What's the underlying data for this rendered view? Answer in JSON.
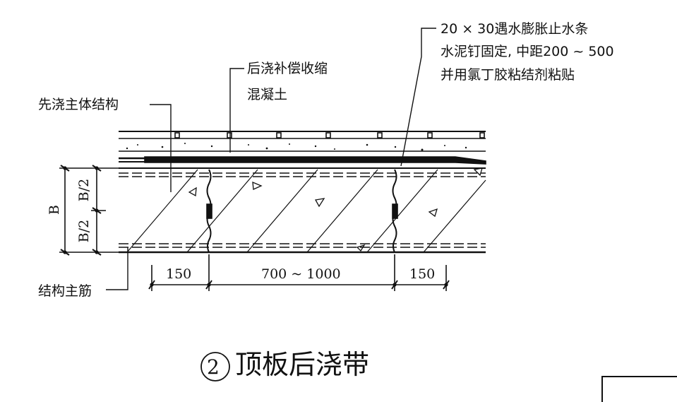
{
  "labels": {
    "waterstop_line1": "20 × 30遇水膨胀止水条",
    "waterstop_line2": "水泥钉固定, 中距200 ~ 500",
    "waterstop_line3": "并用氯丁胶粘结剂粘贴",
    "concrete_line1": "后浇补偿收缩",
    "concrete_line2": "混凝土",
    "main_structure": "先浇主体结构",
    "main_rebar": "结构主筋"
  },
  "dimensions": {
    "left": "150",
    "middle": "700 ~ 1000",
    "right": "150",
    "total_height": "B",
    "half_upper": "B/2",
    "half_lower": "B/2"
  },
  "title": {
    "number": "2",
    "text": "顶板后浇带"
  }
}
